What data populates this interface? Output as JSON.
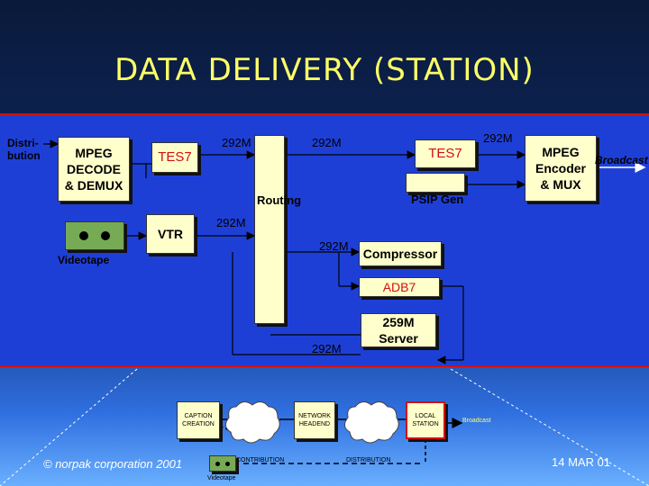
{
  "slide": {
    "title": "DATA DELIVERY (STATION)",
    "footer_brand": "© norpak corporation 2001",
    "footer_date": "14 MAR 01"
  },
  "diagram": {
    "distribution": "Distri-\nbution",
    "mpeg_decode": "MPEG\nDECODE\n& DEMUX",
    "tes7_left": "TES7",
    "tes7_right": "TES7",
    "routing": "Routing",
    "psip_gen": "PSIP Gen",
    "mpeg_encoder": "MPEG\nEncoder\n& MUX",
    "broadcast": "Broadcast",
    "vtr": "VTR",
    "videotape": "Videotape",
    "compressor": "Compressor",
    "adb7": "ADB7",
    "server": "259M\nServer",
    "rate_1": "292M",
    "rate_2": "292M",
    "rate_3": "292M",
    "rate_4": "292M",
    "rate_5": "292M",
    "rate_6": "292M"
  },
  "overview": {
    "caption_creation": "CAPTION\nCREATION",
    "network_headend": "NETWORK\nHEADEND",
    "local_station": "LOCAL\nSTATION",
    "broadcast": "Broadcast",
    "contribution": "CONTRIBUTION",
    "distribution": "DISTRIBUTION",
    "videotape": "Videotape"
  }
}
